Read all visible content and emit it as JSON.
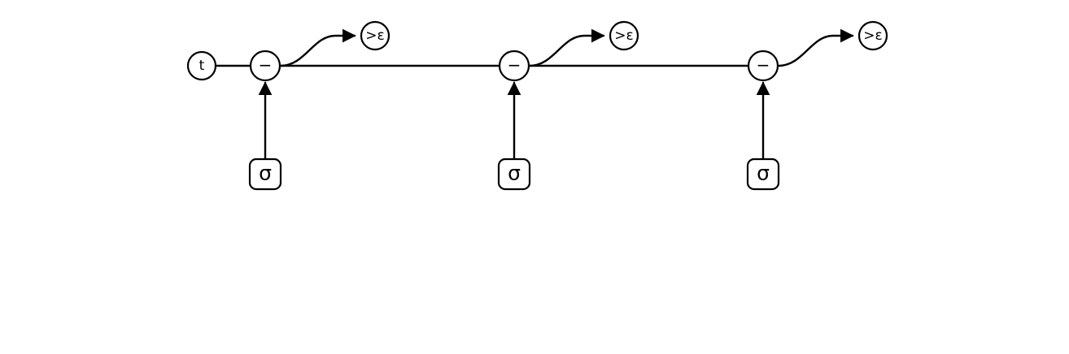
{
  "input_node": {
    "label": "t"
  },
  "stages": [
    {
      "operator": "−",
      "sigma": "σ",
      "output": ">ε"
    },
    {
      "operator": "−",
      "sigma": "σ",
      "output": ">ε"
    },
    {
      "operator": "−",
      "sigma": "σ",
      "output": ">ε"
    }
  ]
}
